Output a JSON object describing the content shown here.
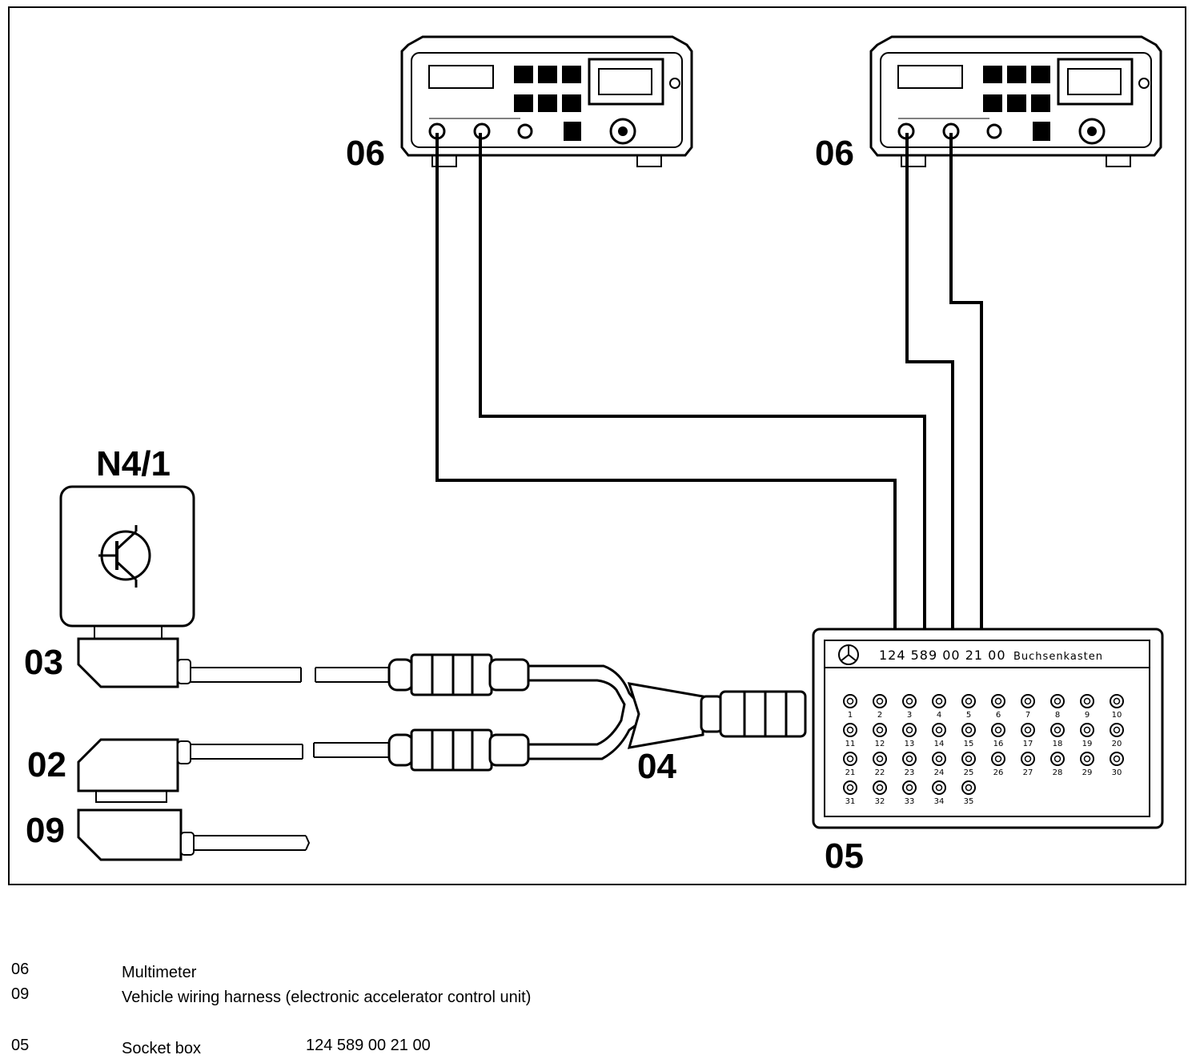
{
  "labels": {
    "multimeter_left": "06",
    "multimeter_right": "06",
    "control_unit": "N4/1",
    "connector_03": "03",
    "connector_02": "02",
    "connector_09": "09",
    "adapter_04": "04",
    "socket_box": "05"
  },
  "socket_box": {
    "part_number": "124 589 00 21 00",
    "title": "Buchsenkasten",
    "sockets": [
      "1",
      "2",
      "3",
      "4",
      "5",
      "6",
      "7",
      "8",
      "9",
      "10",
      "11",
      "12",
      "13",
      "14",
      "15",
      "16",
      "17",
      "18",
      "19",
      "20",
      "21",
      "22",
      "23",
      "24",
      "25",
      "26",
      "27",
      "28",
      "29",
      "30",
      "31",
      "32",
      "33",
      "34",
      "35"
    ]
  },
  "legend": [
    {
      "code": "06",
      "desc": "Multimeter",
      "part": ""
    },
    {
      "code": "09",
      "desc": "Vehicle wiring harness (electronic accelerator control unit)",
      "part": ""
    },
    {
      "code": "05",
      "desc": "Socket box",
      "part": "124 589 00 21 00"
    }
  ]
}
